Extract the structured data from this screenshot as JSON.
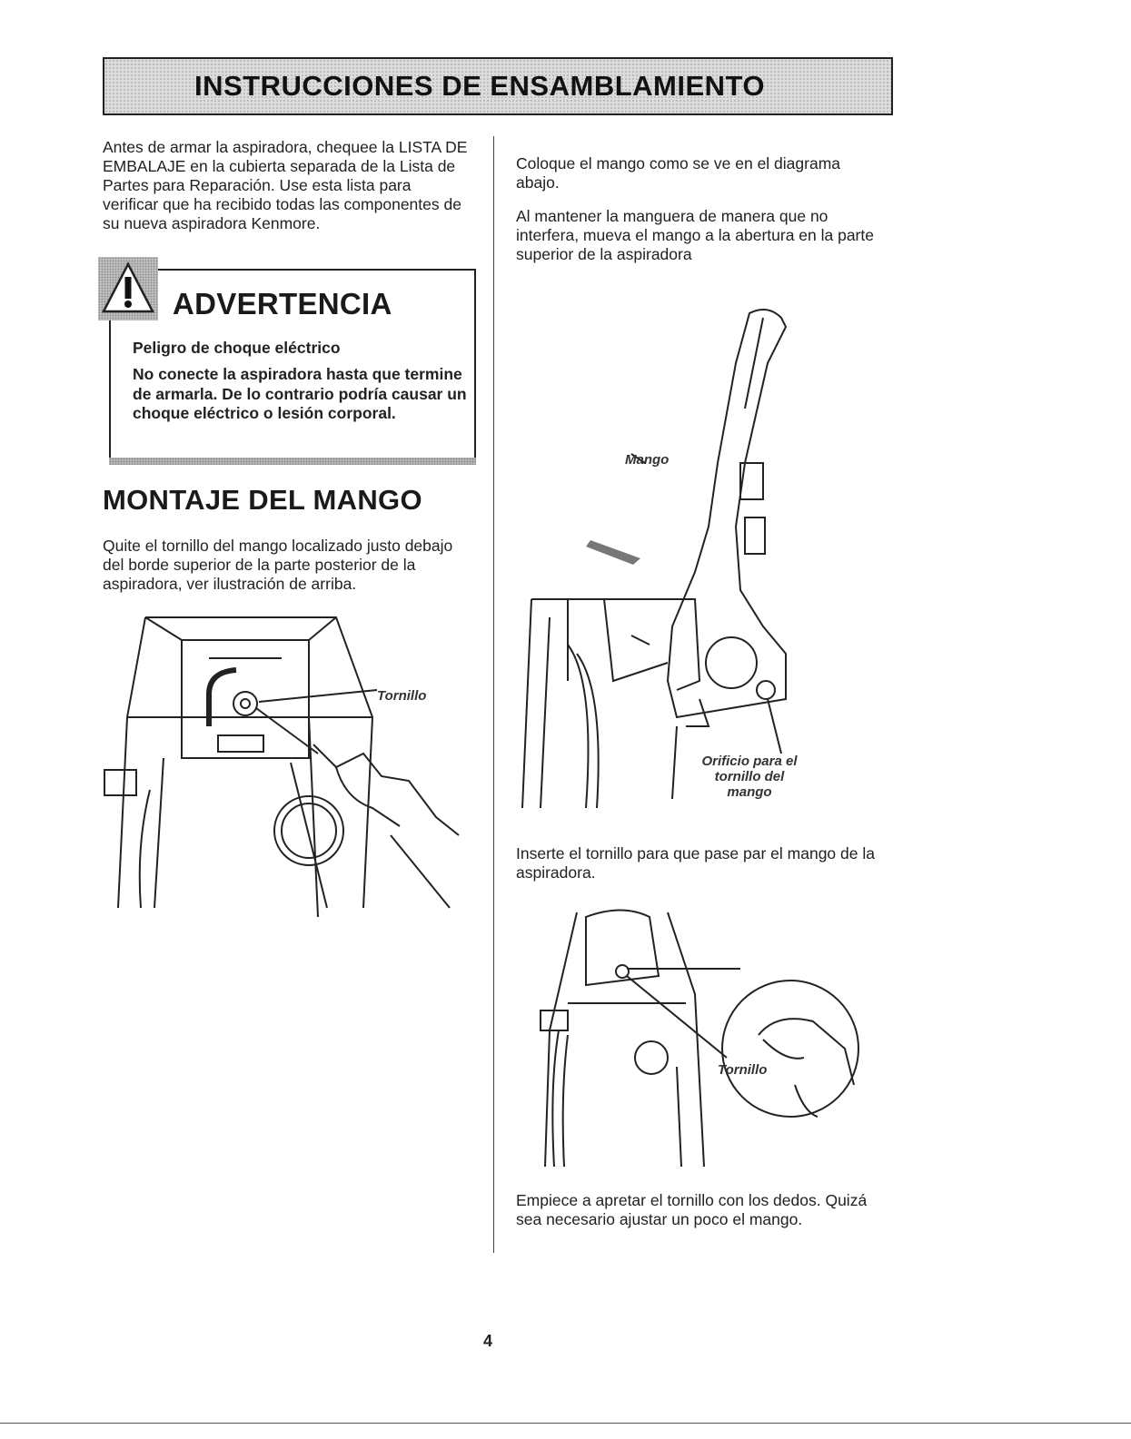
{
  "header": {
    "title": "INSTRUCCIONES DE ENSAMBLAMIENTO"
  },
  "left": {
    "intro": "Antes de armar la aspiradora, chequee la LISTA DE EMBALAJE en la cubierta separada de la Lista de Partes para Reparación. Use esta lista para verificar que ha recibido todas las componentes de su nueva aspiradora Kenmore.",
    "warning": {
      "icon": "warning-triangle-icon",
      "title": "ADVERTENCIA",
      "subtitle": "Peligro de choque eléctrico",
      "body": "No conecte la aspiradora hasta que termine de armarla. De lo contrario podría causar un choque eléctrico o lesión corporal."
    },
    "section_title": "MONTAJE DEL MANGO",
    "section_text": "Quite el tornillo del mango localizado justo debajo del borde superior de la parte posterior de la aspiradora, ver ilustración de arriba.",
    "figure1_label": "Tornillo"
  },
  "right": {
    "para1": "Coloque el mango como se ve en el diagrama abajo.",
    "para2": "Al mantener la manguera de manera que no interfera, mueva el mango a la abertura en la parte superior de la aspiradora",
    "figure2_label_mango": "Mango",
    "figure2_label_orificio": "Orificio para el tornillo del mango",
    "para3": "Inserte el tornillo para que pase par el mango de la aspiradora.",
    "figure3_label": "Tornillo",
    "para4": "Empiece a apretar el tornillo con los dedos. Quizá sea necesario ajustar un poco el mango."
  },
  "footer": {
    "page_number": "4"
  }
}
